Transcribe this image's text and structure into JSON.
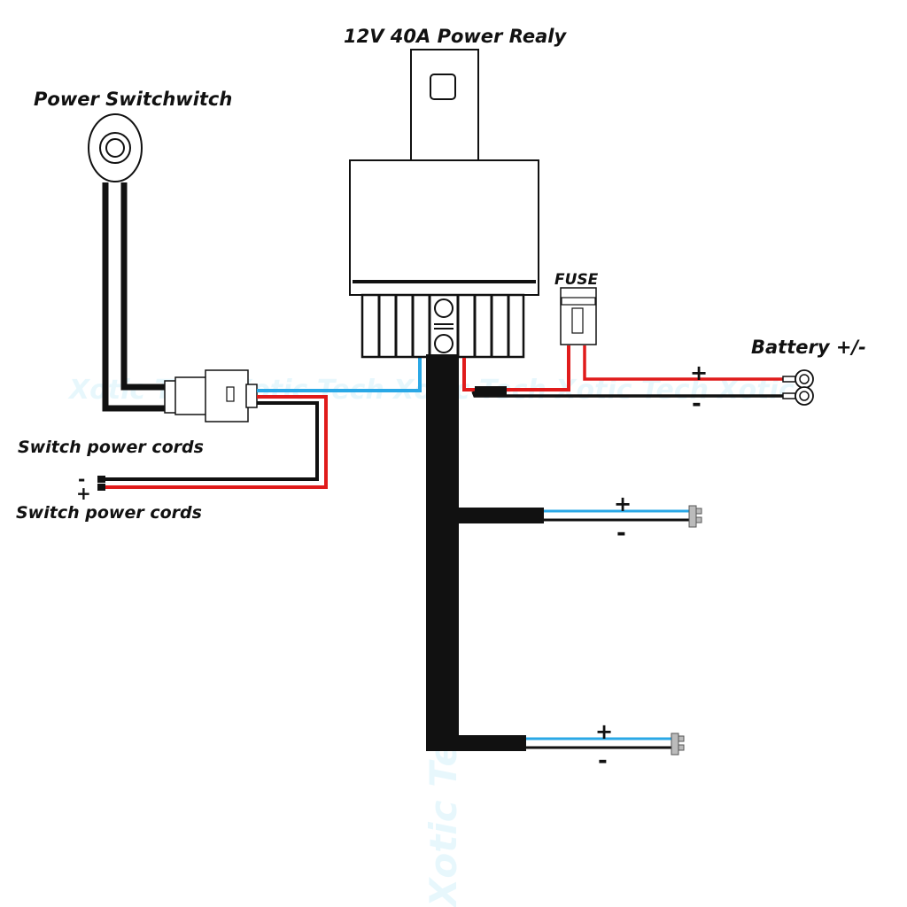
{
  "labels": {
    "relay": "12V 40A Power Realy",
    "switch": "Power Switchwitch",
    "fuse": "FUSE",
    "battery": "Battery +/-",
    "switch_cords_top": "Switch power cords",
    "switch_cords_bottom": "Switch power cords"
  },
  "signs": {
    "plus": "+",
    "minus": "-"
  },
  "watermark": {
    "text_horizontal": "Xotic Tech Xotic Tech Xotic Tech Xotic Tech Xotic",
    "text_vertical": "Xotic Tech Xotic Tech Xotic Tech"
  },
  "colors": {
    "positive_wire": "#e01b1b",
    "negative_wire": "#111111",
    "signal_wire": "#2aa8e6",
    "watermark": "#00b4e6",
    "harness": "#111111"
  }
}
